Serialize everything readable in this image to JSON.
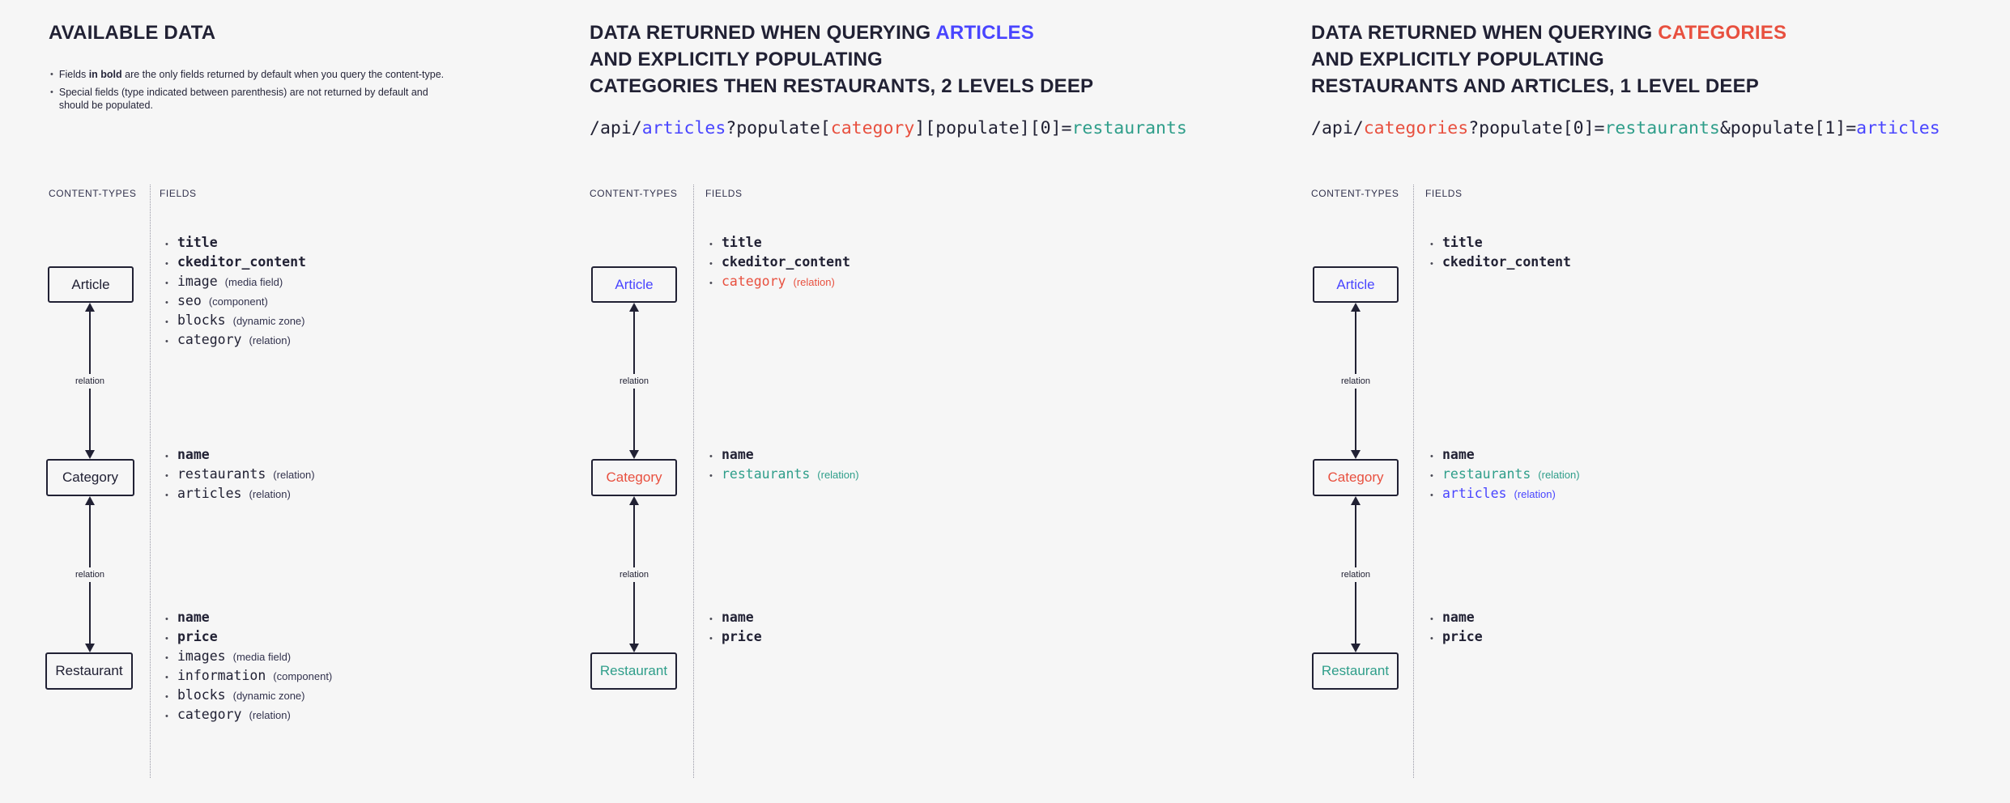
{
  "colors": {
    "background": "#f6f6f6",
    "text": "#212134",
    "muted": "#32324d",
    "articles": "#4945ff",
    "categories": "#e8503f",
    "restaurants": "#2f9e8a"
  },
  "icons": {
    "bullet": "•"
  },
  "panels": [
    {
      "name": "available-data",
      "title": [
        [
          {
            "text": "AVAILABLE DATA"
          }
        ]
      ],
      "notes": [
        [
          {
            "text": "Fields "
          },
          {
            "text": "in bold",
            "style": "bold"
          },
          {
            "text": " are the only fields returned by default when you query the content-type."
          }
        ],
        [
          {
            "text": "Special fields (type indicated between parenthesis) are not returned by default and should be populated."
          }
        ]
      ],
      "columns": {
        "content_types": "CONTENT-TYPES",
        "fields": "FIELDS"
      },
      "nodes": [
        {
          "label": "Article",
          "color": "text"
        },
        {
          "label": "Category",
          "color": "text"
        },
        {
          "label": "Restaurant",
          "color": "text"
        }
      ],
      "connectors": [
        {
          "label": "relation"
        },
        {
          "label": "relation"
        }
      ],
      "field_groups": [
        {
          "for": "Article",
          "items": [
            {
              "name": "title",
              "style": "bold"
            },
            {
              "name": "ckeditor_content",
              "style": "bold"
            },
            {
              "name": "image",
              "type": "(media field)"
            },
            {
              "name": "seo",
              "type": "(component)"
            },
            {
              "name": "blocks",
              "type": "(dynamic zone)"
            },
            {
              "name": "category",
              "type": "(relation)"
            }
          ]
        },
        {
          "for": "Category",
          "items": [
            {
              "name": "name",
              "style": "bold"
            },
            {
              "name": "restaurants",
              "type": "(relation)"
            },
            {
              "name": "articles",
              "type": "(relation)"
            }
          ]
        },
        {
          "for": "Restaurant",
          "items": [
            {
              "name": "name",
              "style": "bold"
            },
            {
              "name": "price",
              "style": "bold"
            },
            {
              "name": "images",
              "type": "(media field)"
            },
            {
              "name": "information",
              "type": "(component)"
            },
            {
              "name": "blocks",
              "type": "(dynamic zone)"
            },
            {
              "name": "category",
              "type": "(relation)"
            }
          ]
        }
      ]
    },
    {
      "name": "query-articles",
      "title": [
        [
          {
            "text": "DATA RETURNED WHEN QUERYING "
          },
          {
            "text": "ARTICLES",
            "color": "articles"
          }
        ],
        [
          {
            "text": "AND EXPLICITLY POPULATING"
          }
        ],
        [
          {
            "text": "CATEGORIES THEN RESTAURANTS, 2 LEVELS DEEP"
          }
        ]
      ],
      "code": [
        {
          "text": "/api/"
        },
        {
          "text": "articles",
          "color": "articles"
        },
        {
          "text": "?populate["
        },
        {
          "text": "category",
          "color": "categories"
        },
        {
          "text": "][populate][0]="
        },
        {
          "text": "restaurants",
          "color": "restaurants"
        }
      ],
      "columns": {
        "content_types": "CONTENT-TYPES",
        "fields": "FIELDS"
      },
      "nodes": [
        {
          "label": "Article",
          "color": "articles"
        },
        {
          "label": "Category",
          "color": "categories"
        },
        {
          "label": "Restaurant",
          "color": "restaurants"
        }
      ],
      "connectors": [
        {
          "label": "relation"
        },
        {
          "label": "relation"
        }
      ],
      "field_groups": [
        {
          "for": "Article",
          "items": [
            {
              "name": "title",
              "style": "bold"
            },
            {
              "name": "ckeditor_content",
              "style": "bold"
            },
            {
              "name": "category",
              "color": "categories",
              "type": "(relation)",
              "typeColor": "categories"
            }
          ]
        },
        {
          "for": "Category",
          "items": [
            {
              "name": "name",
              "style": "bold"
            },
            {
              "name": "restaurants",
              "color": "restaurants",
              "type": "(relation)",
              "typeColor": "restaurants"
            }
          ]
        },
        {
          "for": "Restaurant",
          "items": [
            {
              "name": "name",
              "style": "bold"
            },
            {
              "name": "price",
              "style": "bold"
            }
          ]
        }
      ]
    },
    {
      "name": "query-categories",
      "title": [
        [
          {
            "text": "DATA RETURNED WHEN QUERYING "
          },
          {
            "text": "CATEGORIES",
            "color": "categories"
          }
        ],
        [
          {
            "text": "AND EXPLICITLY POPULATING"
          }
        ],
        [
          {
            "text": "RESTAURANTS AND ARTICLES, 1 LEVEL DEEP"
          }
        ]
      ],
      "code": [
        {
          "text": "/api/"
        },
        {
          "text": "categories",
          "color": "categories"
        },
        {
          "text": "?populate[0]="
        },
        {
          "text": "restaurants",
          "color": "restaurants"
        },
        {
          "text": "&populate[1]="
        },
        {
          "text": "articles",
          "color": "articles"
        }
      ],
      "columns": {
        "content_types": "CONTENT-TYPES",
        "fields": "FIELDS"
      },
      "nodes": [
        {
          "label": "Article",
          "color": "articles"
        },
        {
          "label": "Category",
          "color": "categories"
        },
        {
          "label": "Restaurant",
          "color": "restaurants"
        }
      ],
      "connectors": [
        {
          "label": "relation"
        },
        {
          "label": "relation"
        }
      ],
      "field_groups": [
        {
          "for": "Article",
          "items": [
            {
              "name": "title",
              "style": "bold"
            },
            {
              "name": "ckeditor_content",
              "style": "bold"
            }
          ]
        },
        {
          "for": "Category",
          "items": [
            {
              "name": "name",
              "style": "bold"
            },
            {
              "name": "restaurants",
              "color": "restaurants",
              "type": "(relation)",
              "typeColor": "restaurants"
            },
            {
              "name": "articles",
              "color": "articles",
              "type": "(relation)",
              "typeColor": "articles"
            }
          ]
        },
        {
          "for": "Restaurant",
          "items": [
            {
              "name": "name",
              "style": "bold"
            },
            {
              "name": "price",
              "style": "bold"
            }
          ]
        }
      ]
    }
  ]
}
